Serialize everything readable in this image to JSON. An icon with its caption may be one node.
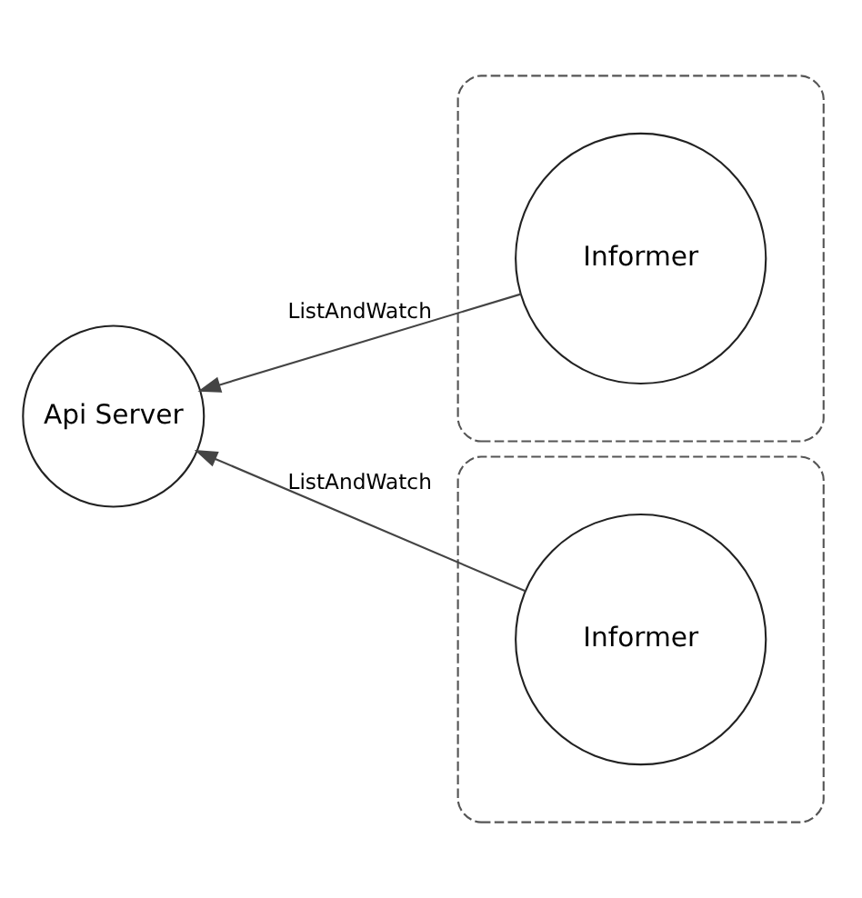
{
  "diagram": {
    "nodes": [
      {
        "text": [],
        "shape": "box"
      },
      {
        "text": [
          "Informer"
        ],
        "in": 0
      },
      {
        "text": [
          "Api Server"
        ]
      },
      {
        "text": [],
        "shape": "box"
      },
      {
        "text": [
          "Informer"
        ],
        "in": 3
      }
    ],
    "edges": [
      {
        "from": 1,
        "to": 2,
        "arrow": "to",
        "label": "ListAndWatch"
      },
      {
        "from": 4,
        "to": 2,
        "arrow": "to",
        "label": "ListAndWatch"
      }
    ]
  }
}
